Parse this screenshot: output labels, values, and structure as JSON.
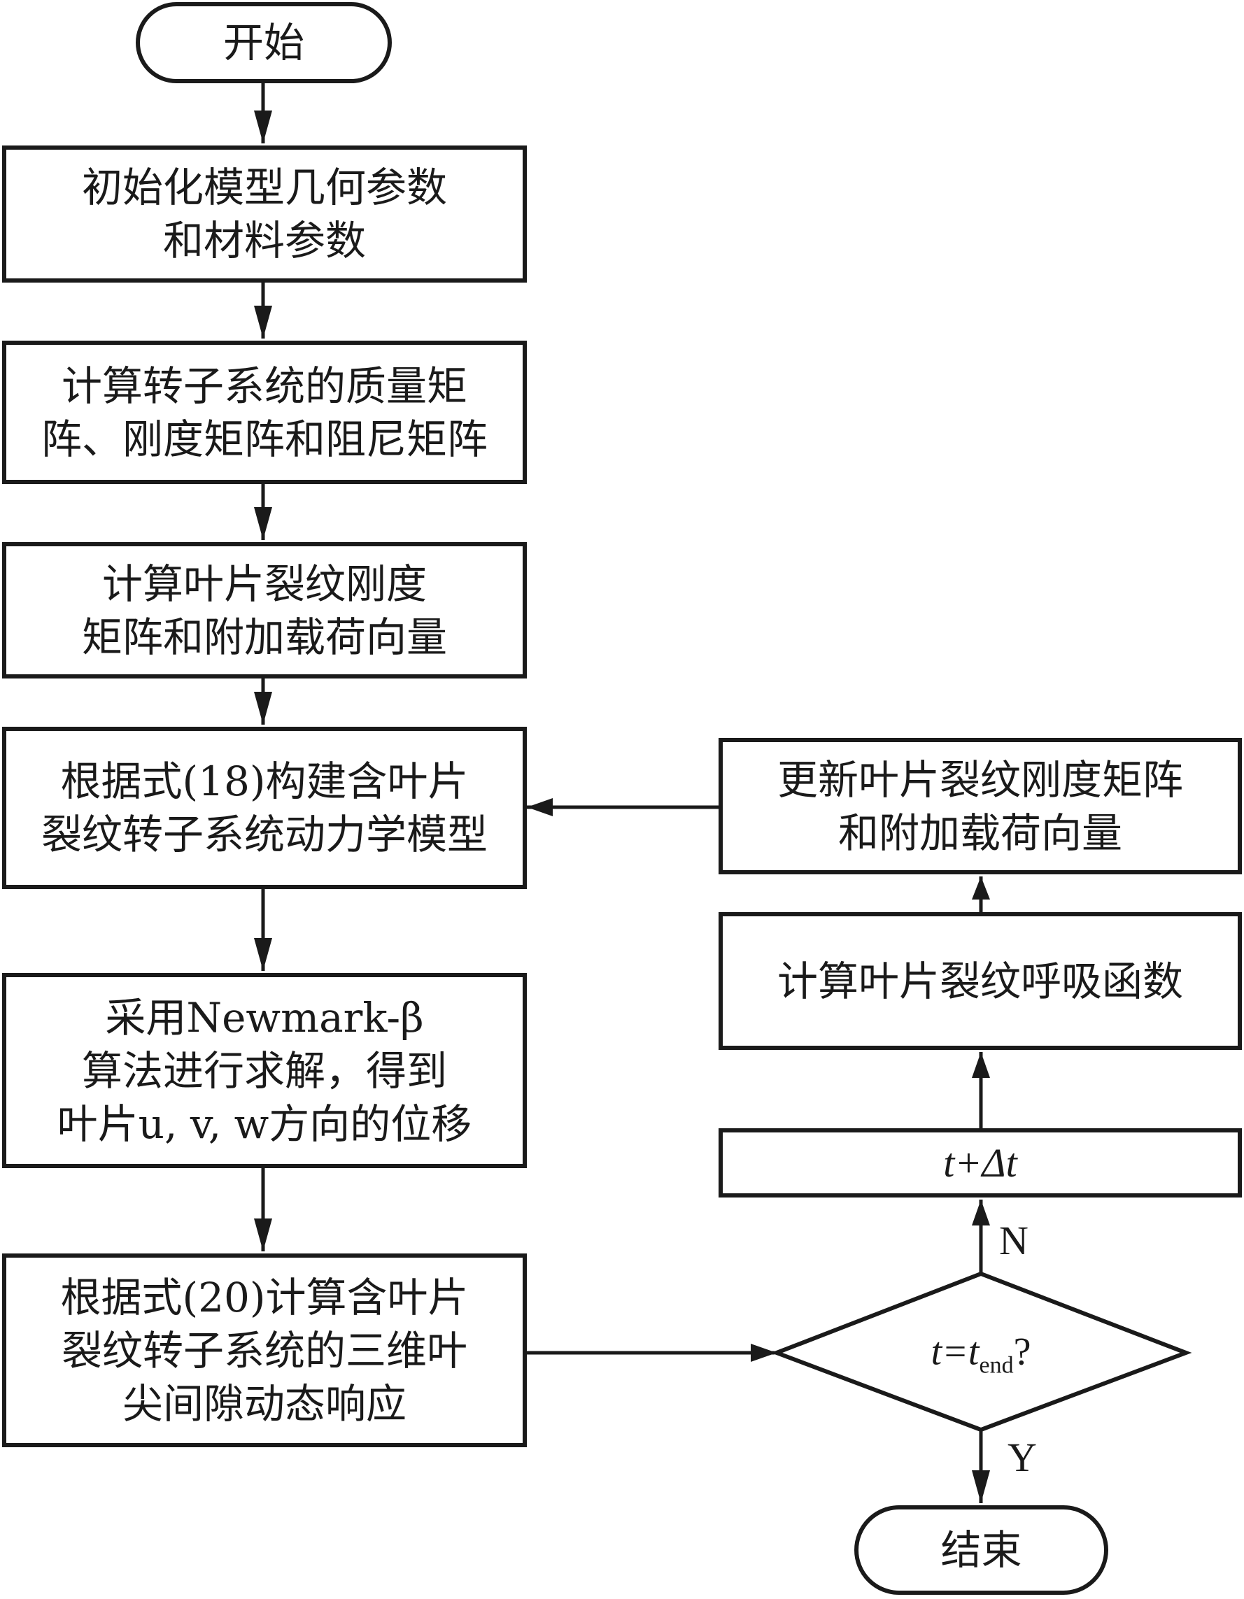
{
  "flowchart": {
    "start": "开始",
    "end": "结束",
    "steps": [
      {
        "lines": [
          "初始化模型几何参数",
          "和材料参数"
        ]
      },
      {
        "lines": [
          "计算转子系统的质量矩",
          "阵、刚度矩阵和阻尼矩阵"
        ]
      },
      {
        "lines": [
          "计算叶片裂纹刚度",
          "矩阵和附加载荷向量"
        ]
      },
      {
        "lines": [
          "根据式(18)构建含叶片",
          "裂纹转子系统动力学模型"
        ]
      },
      {
        "lines": [
          "采用Newmark-β",
          "算法进行求解，得到",
          "叶片u, v, w方向的位移"
        ]
      },
      {
        "lines": [
          "根据式(20)计算含叶片",
          "裂纹转子系统的三维叶",
          "尖间隙动态响应"
        ]
      }
    ],
    "loop_steps": [
      {
        "lines": [
          "更新叶片裂纹刚度矩阵",
          "和附加载荷向量"
        ]
      },
      {
        "lines": [
          "计算叶片裂纹呼吸函数"
        ]
      },
      {
        "lines": [
          "t+Δt"
        ]
      }
    ],
    "decision": {
      "text_main": "t=t",
      "text_sub": "end",
      "text_suffix": "?"
    },
    "branch_no": "N",
    "branch_yes": "Y"
  }
}
